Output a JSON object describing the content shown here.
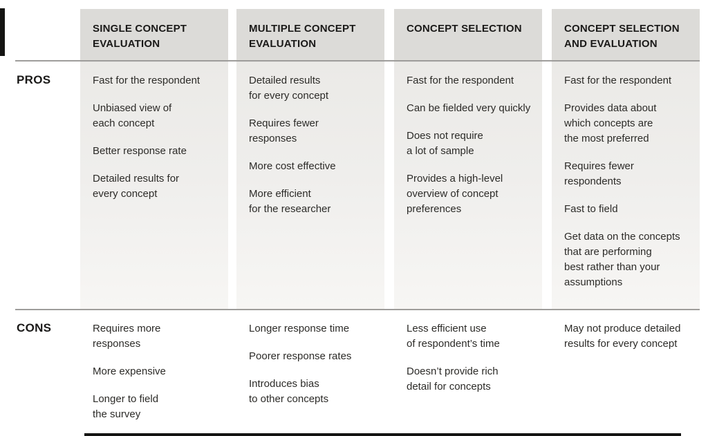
{
  "row_labels": {
    "pros": "PROS",
    "cons": "CONS"
  },
  "columns": [
    {
      "title": "SINGLE CONCEPT\nEVALUATION",
      "pros": [
        "Fast for the respondent",
        "Unbiased view of\neach concept",
        "Better response rate",
        "Detailed results for\nevery concept"
      ],
      "cons": [
        "Requires more\nresponses",
        "More expensive",
        "Longer to field\nthe survey"
      ]
    },
    {
      "title": "MULTIPLE CONCEPT\nEVALUATION",
      "pros": [
        "Detailed results\nfor every concept",
        "Requires fewer\nresponses",
        "More cost effective",
        "More efficient\nfor the researcher"
      ],
      "cons": [
        "Longer response time",
        "Poorer response rates",
        "Introduces bias\nto other concepts"
      ]
    },
    {
      "title": "CONCEPT SELECTION",
      "pros": [
        "Fast for the respondent",
        "Can be fielded very quickly",
        "Does not require\na lot of sample",
        "Provides a high-level\noverview of concept\npreferences"
      ],
      "cons": [
        "Less efficient use\nof respondent’s time",
        "Doesn’t provide rich\ndetail for concepts"
      ]
    },
    {
      "title": "CONCEPT SELECTION\nAND EVALUATION",
      "pros": [
        "Fast for the respondent",
        "Provides data about\nwhich concepts are\nthe most preferred",
        "Requires fewer\nrespondents",
        "Fast to field",
        "Get data on the concepts\nthat are performing\nbest rather than your\nassumptions"
      ],
      "cons": [
        "May not produce detailed\nresults for every concept"
      ]
    }
  ],
  "colors": {
    "header_bg": "#dcdbd8",
    "body_fade_top": "#ebeae7",
    "body_fade_bottom": "#f7f6f4",
    "rule": "#9e9d9b",
    "accent_bar": "#141412",
    "heading_text": "#1a1918",
    "body_text": "#2c2b28",
    "page_bg": "#ffffff"
  }
}
